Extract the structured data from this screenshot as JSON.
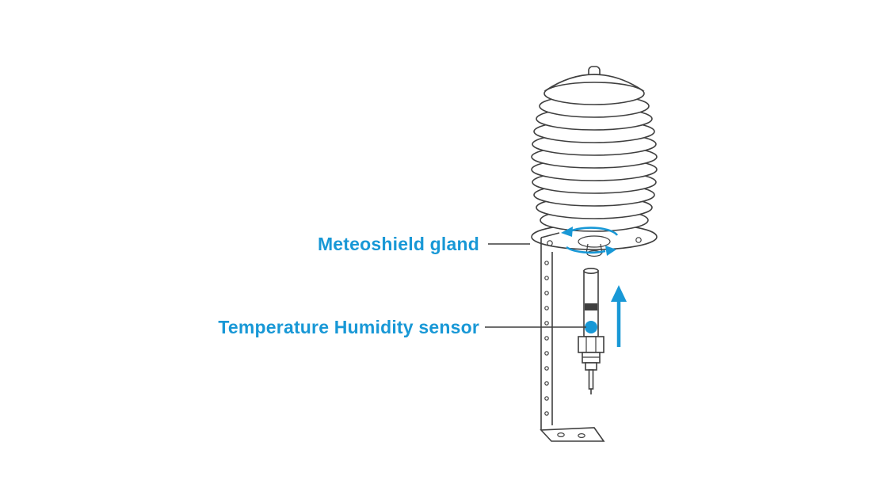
{
  "diagram": {
    "background": "#ffffff",
    "accent_color": "#1898d6",
    "line_color": "#3f3f3f",
    "labels": [
      {
        "text": "Meteoshield gland"
      },
      {
        "text": "Temperature Humidity sensor"
      }
    ],
    "parts": [
      "meteoshield-louver-stack",
      "meteoshield-gland",
      "mounting-bracket",
      "temperature-humidity-sensor",
      "gland-rotation-arrows",
      "sensor-insert-direction-arrow"
    ]
  }
}
